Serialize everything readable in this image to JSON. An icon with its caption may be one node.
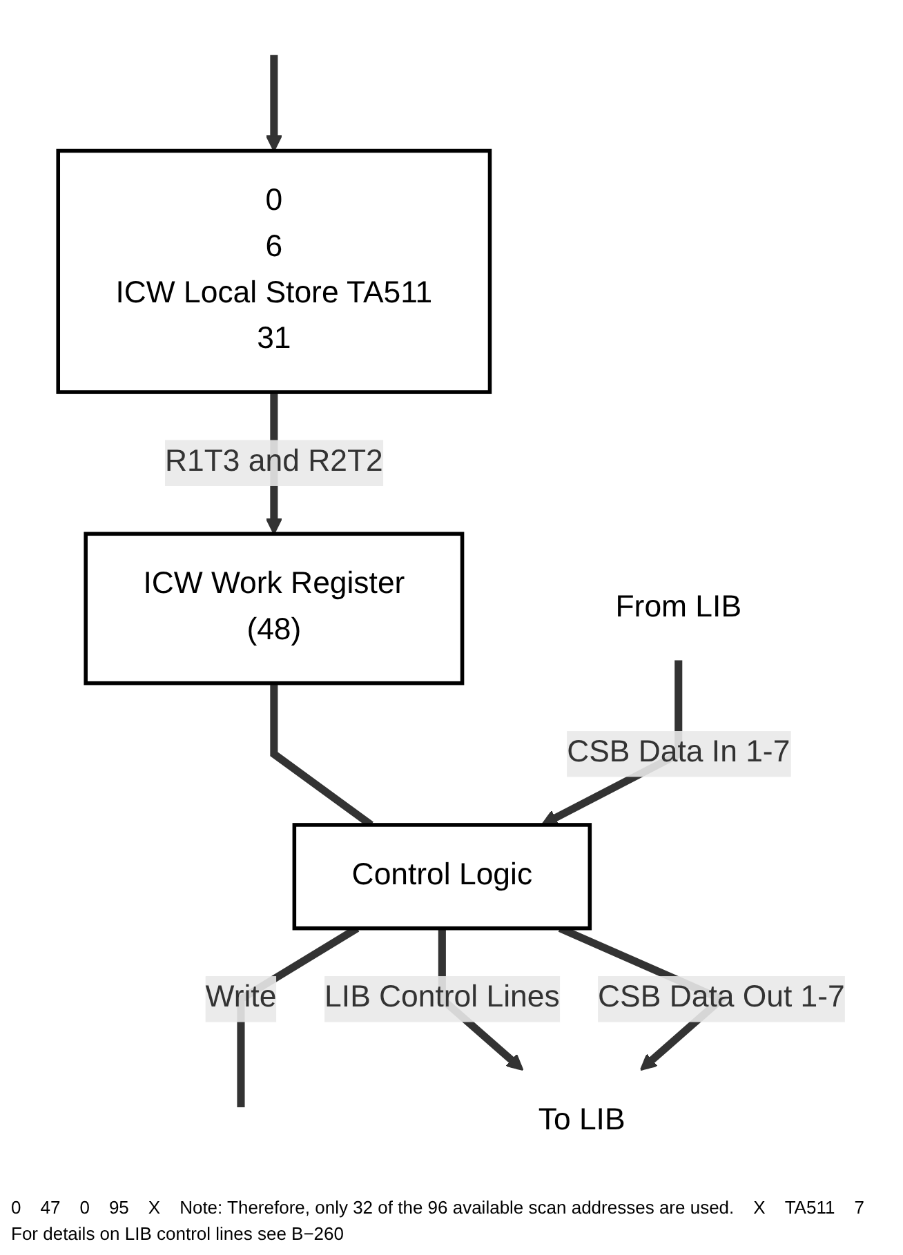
{
  "diagram": {
    "nodes": [
      {
        "text": [
          "0",
          "6",
          "ICW Local Store TA511",
          "31"
        ]
      },
      {
        "text": [
          "ICW Work Register",
          "(48)"
        ]
      },
      {
        "text": [
          "Control Logic"
        ]
      },
      {
        "text": [
          "From LIB"
        ]
      },
      {
        "text": [
          "To LIB"
        ]
      }
    ],
    "edges": [
      {
        "from": null,
        "to": 0,
        "arrow": "to"
      },
      {
        "from": 0,
        "to": 1,
        "arrow": "to",
        "label": "R1T3 and R2T2"
      },
      {
        "from": 1,
        "to": 2,
        "arrow": "none"
      },
      {
        "from": 3,
        "to": 2,
        "arrow": "to",
        "label": "CSB Data In 1-7"
      },
      {
        "from": 2,
        "to": null,
        "arrow": "none",
        "label": "Write"
      },
      {
        "from": 2,
        "to": 4,
        "arrow": "to",
        "label": "LIB Control Lines"
      },
      {
        "from": 2,
        "to": 4,
        "arrow": "to",
        "label": "CSB Data Out 1-7"
      }
    ],
    "labels": [
      "0",
      "47",
      "0",
      "95",
      "X",
      "Note: Therefore, only 32 of the 96 available scan addresses are used.",
      "X",
      "TA511",
      "7",
      "For details on LIB control lines see B−260"
    ]
  }
}
